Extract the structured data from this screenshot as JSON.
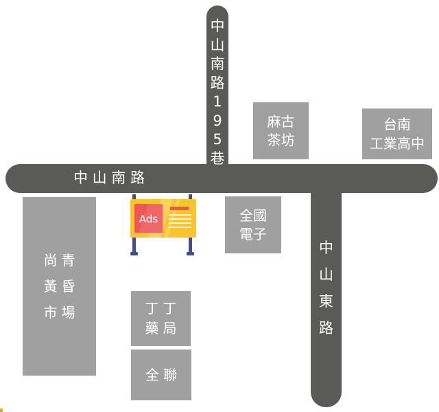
{
  "colors": {
    "road": "#5a5a59",
    "building": "#a0a0a0",
    "label": "#ffffff",
    "billboard_board": "#fcc42c",
    "billboard_panel": "#ef5656",
    "billboard_post": "#3e4f8c"
  },
  "roads": {
    "main_horizontal": {
      "label": "中 山 南 路"
    },
    "top_alley": {
      "chars": [
        "中",
        "山",
        "南",
        "路",
        "1",
        "9",
        "5",
        "巷"
      ]
    },
    "east_vertical": {
      "chars": [
        "中",
        "山",
        "東",
        "路"
      ]
    }
  },
  "buildings": {
    "maku_tea": {
      "lines": [
        "麻古",
        "茶坊"
      ]
    },
    "tainan_vocational": {
      "lines": [
        "台南",
        "工業高中"
      ]
    },
    "quanguo_electronics": {
      "lines": [
        "全國",
        "電子"
      ]
    },
    "shangqing_market": {
      "lines": [
        "尚青",
        "黃昏",
        "市場"
      ]
    },
    "dingding_pharmacy": {
      "lines": [
        "丁丁",
        "藥局"
      ]
    },
    "pxmart": {
      "lines": [
        "全聯"
      ]
    }
  },
  "billboard": {
    "text": "Ads"
  }
}
